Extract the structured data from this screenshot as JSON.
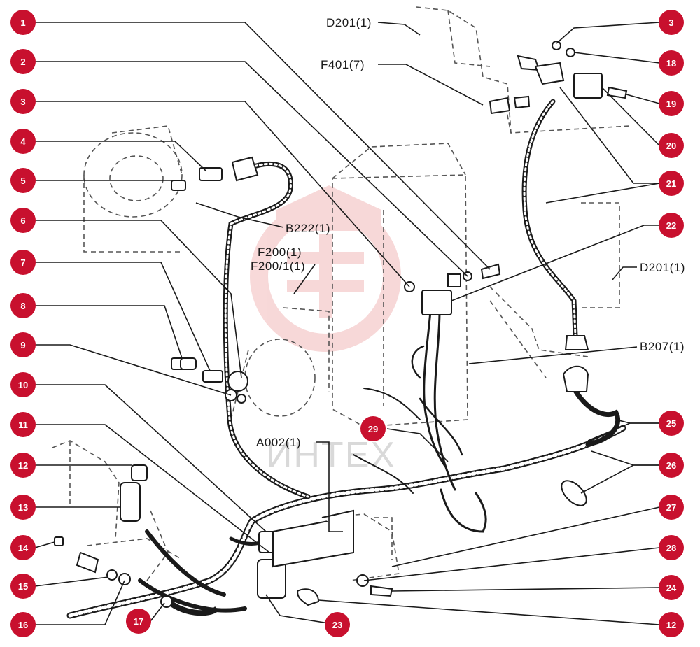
{
  "callouts": [
    {
      "n": "1"
    },
    {
      "n": "2"
    },
    {
      "n": "3"
    },
    {
      "n": "4"
    },
    {
      "n": "5"
    },
    {
      "n": "6"
    },
    {
      "n": "7"
    },
    {
      "n": "8"
    },
    {
      "n": "9"
    },
    {
      "n": "10"
    },
    {
      "n": "11"
    },
    {
      "n": "12"
    },
    {
      "n": "13"
    },
    {
      "n": "14"
    },
    {
      "n": "15"
    },
    {
      "n": "16"
    },
    {
      "n": "17"
    },
    {
      "n": "3"
    },
    {
      "n": "18"
    },
    {
      "n": "19"
    },
    {
      "n": "20"
    },
    {
      "n": "21"
    },
    {
      "n": "22"
    },
    {
      "n": "25"
    },
    {
      "n": "26"
    },
    {
      "n": "27"
    },
    {
      "n": "28"
    },
    {
      "n": "24"
    },
    {
      "n": "12"
    },
    {
      "n": "23"
    },
    {
      "n": "29"
    }
  ],
  "refs": {
    "d201_top": "D201(1)",
    "f401": "F401(7)",
    "b222": "B222(1)",
    "f200": "F200(1)",
    "f200_1": "F200/1(1)",
    "d201_right": "D201(1)",
    "b207": "B207(1)",
    "a002": "A002(1)"
  },
  "watermark": "ИНТЕХ",
  "colors": {
    "badge": "#c8102e",
    "line": "#1a1a1a",
    "watermark": "#f4c5c5"
  }
}
